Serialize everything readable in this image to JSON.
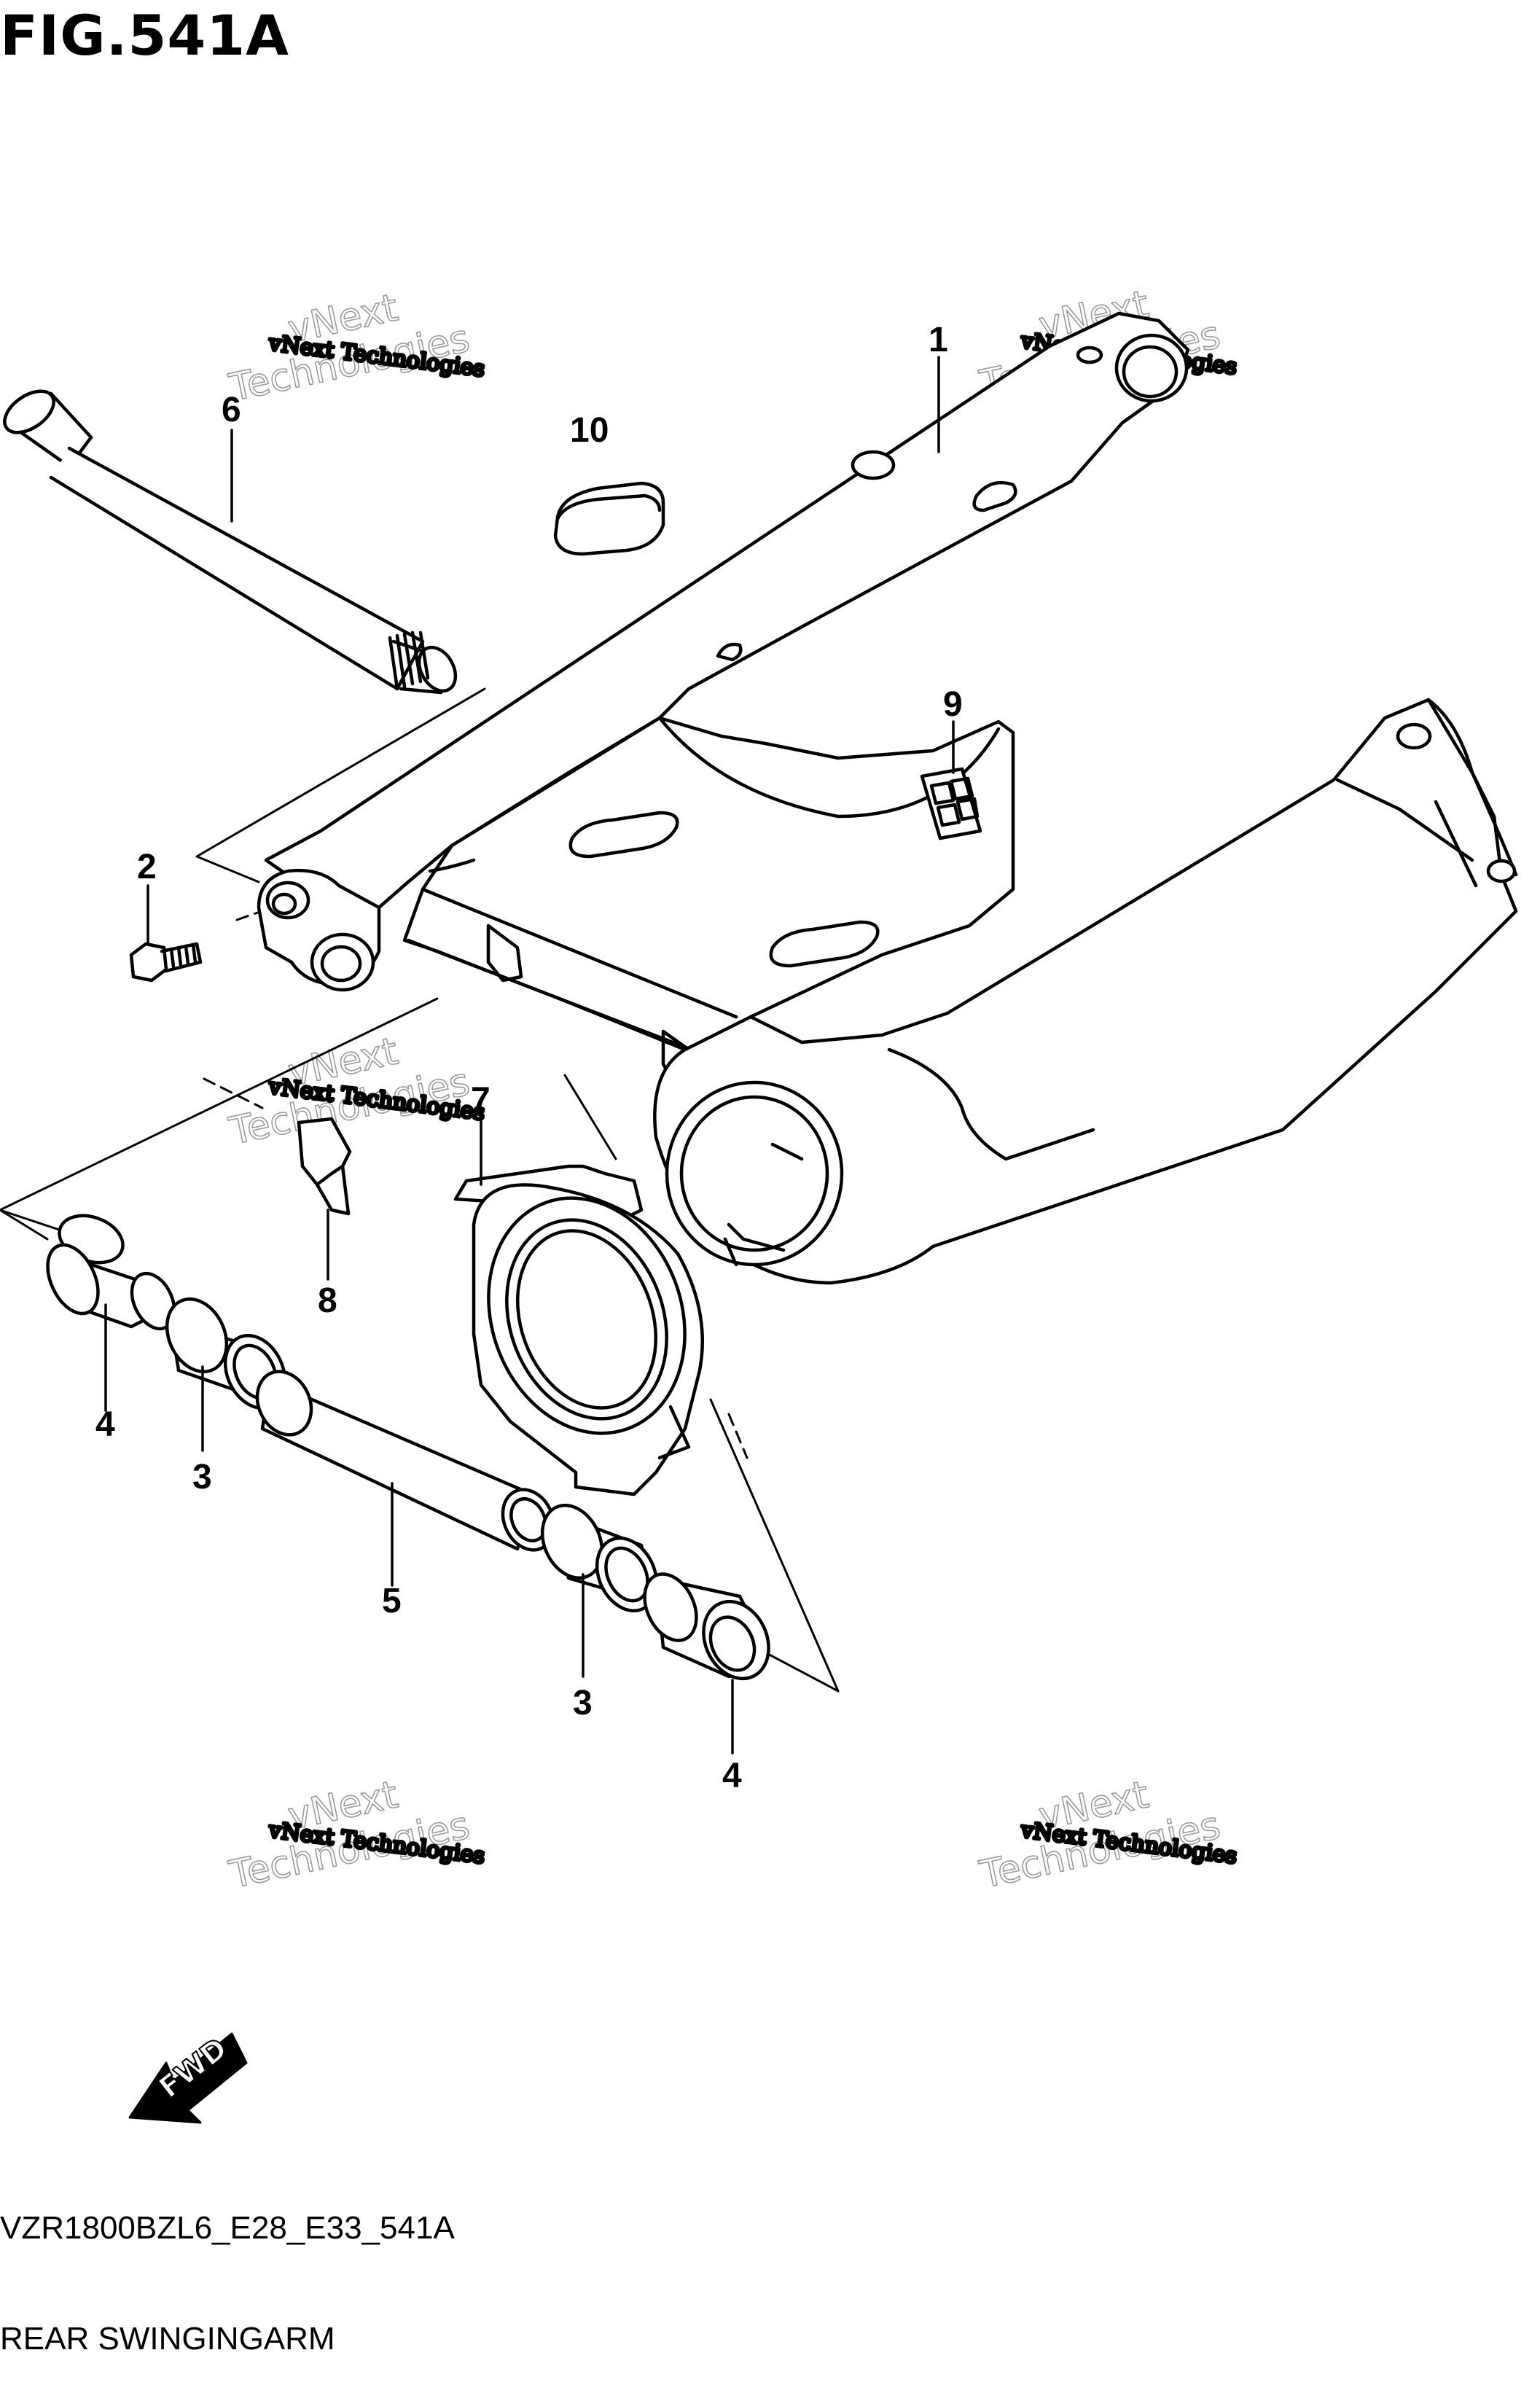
{
  "figure": {
    "title": "FIG.541A",
    "code": "VZR1800BZL6_E28_E33_541A",
    "caption": "REAR SWINGINGARM"
  },
  "callouts": [
    {
      "id": "callout-1",
      "label": "1"
    },
    {
      "id": "callout-2",
      "label": "2"
    },
    {
      "id": "callout-3a",
      "label": "3"
    },
    {
      "id": "callout-3b",
      "label": "3"
    },
    {
      "id": "callout-4a",
      "label": "4"
    },
    {
      "id": "callout-4b",
      "label": "4"
    },
    {
      "id": "callout-5",
      "label": "5"
    },
    {
      "id": "callout-6",
      "label": "6"
    },
    {
      "id": "callout-7",
      "label": "7"
    },
    {
      "id": "callout-8",
      "label": "8"
    },
    {
      "id": "callout-9",
      "label": "9"
    },
    {
      "id": "callout-10",
      "label": "10"
    }
  ],
  "watermark": {
    "small": "vNext Technologies",
    "big_line1": "vNext",
    "big_line2": "Technologies"
  },
  "direction_badge": {
    "label": "FWD",
    "icon": "fwd-arrow-icon"
  }
}
